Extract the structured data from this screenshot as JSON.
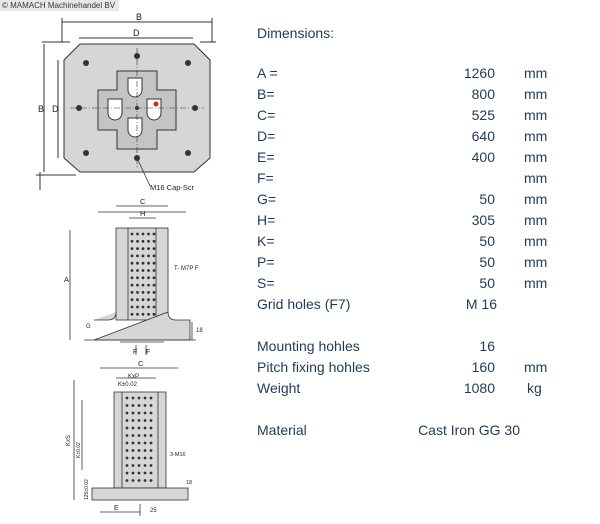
{
  "watermark": "© MAMACH Machinehandel BV",
  "drawing_labels": {
    "top_b": "B",
    "top_d": "D",
    "side_b": "B",
    "side_d": "D",
    "screw": "M16 Cap-Scr",
    "mid_c": "C",
    "mid_h": "H",
    "mid_a": "A",
    "mid_tap": "T- M7P F",
    "mid_g": "G",
    "mid_18": "18",
    "mid_f1": "F",
    "mid_f2": "F",
    "bot_c": "C",
    "bot_kxp": "KxP",
    "bot_k": "K±0.02",
    "bot_ks": "KxS",
    "bot_k2": "K±0.02",
    "bot_m16": "3-M16",
    "bot_125": "125±0.02",
    "bot_18": "18",
    "bot_e": "E",
    "bot_25": "25"
  },
  "spec": {
    "heading": "Dimensions:",
    "rows": [
      {
        "label": "A =",
        "value": "1260",
        "unit": "mm"
      },
      {
        "label": "B=",
        "value": "800",
        "unit": "mm"
      },
      {
        "label": "C=",
        "value": "525",
        "unit": "mm"
      },
      {
        "label": "D=",
        "value": "640",
        "unit": "mm"
      },
      {
        "label": "E=",
        "value": "400",
        "unit": "mm"
      },
      {
        "label": "F=",
        "value": "",
        "unit": "mm"
      },
      {
        "label": "G=",
        "value": "50",
        "unit": "mm"
      },
      {
        "label": "H=",
        "value": "305",
        "unit": "mm"
      },
      {
        "label": "K=",
        "value": "50",
        "unit": "mm"
      },
      {
        "label": "P=",
        "value": "50",
        "unit": "mm"
      },
      {
        "label": "S=",
        "value": "50",
        "unit": "mm"
      },
      {
        "label": "Grid holes (F7)",
        "value": "M 16",
        "unit": ""
      },
      {
        "label": "Mounting hohles",
        "value": "16",
        "unit": ""
      },
      {
        "label": "Pitch fixing hohles",
        "value": "160",
        "unit": "mm"
      },
      {
        "label": "Weight",
        "value": "1080",
        "unit": "kg"
      },
      {
        "label": "Material",
        "value": "Cast Iron GG 30",
        "unit": ""
      }
    ]
  },
  "colors": {
    "text": "#1f3b57",
    "plate": "#d6d6d6",
    "line": "#333333"
  }
}
